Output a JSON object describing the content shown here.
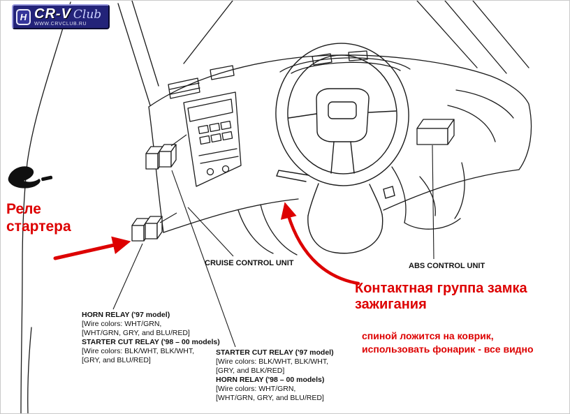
{
  "colors": {
    "annotation_red": "#dd0000",
    "logo_background": "#232379",
    "line_ink": "#1b1b1b"
  },
  "logo": {
    "h": "H",
    "brand": "CR-V",
    "club": "Club",
    "url": "WWW.CRVCLUB.RU"
  },
  "red_annotations": {
    "starter_relay": {
      "line1": "Реле",
      "line2": "стартера"
    },
    "ignition_group": {
      "line1": "Контактная группа замка",
      "line2": "зажигания"
    },
    "note": {
      "line1": "спиной ложится на коврик,",
      "line2": "использовать фонарик - все видно"
    }
  },
  "component_labels": {
    "cruise_control": "CRUISE CONTROL UNIT",
    "abs_control": "ABS CONTROL UNIT"
  },
  "callout_left": {
    "lines": [
      "HORN RELAY ('97 model)",
      "[Wire colors: WHT/GRN,",
      "[WHT/GRN, GRY, and BLU/RED]",
      "STARTER CUT RELAY ('98 – 00 models)",
      "[Wire colors: BLK/WHT, BLK/WHT,",
      "[GRY, and BLU/RED]"
    ]
  },
  "callout_right": {
    "lines": [
      "STARTER CUT RELAY ('97 model)",
      "[Wire colors: BLK/WHT, BLK/WHT,",
      "[GRY, and BLK/RED]",
      "HORN RELAY ('98 – 00 models)",
      "[Wire colors: WHT/GRN,",
      "[WHT/GRN, GRY, and BLU/RED]"
    ]
  }
}
